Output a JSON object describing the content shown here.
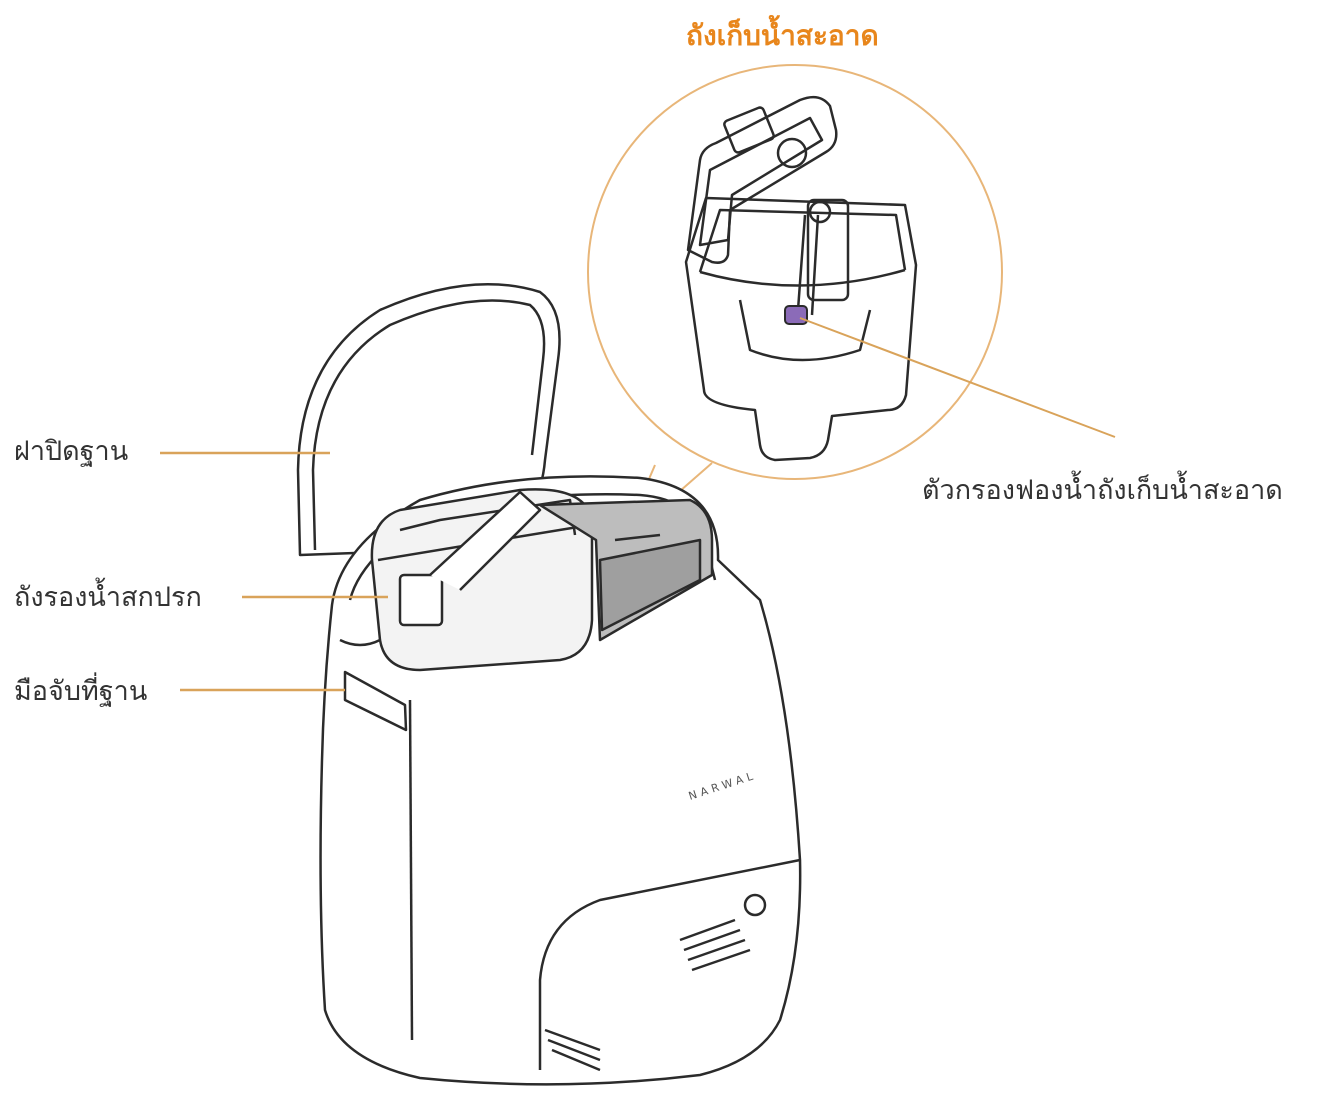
{
  "title": "ถังเก็บน้ำสะอาด",
  "brand": "NARWAL",
  "labels": {
    "lid": "ฝาปิดฐาน",
    "dirty_tank": "ถังรองน้ำสกปรก",
    "handle": "มือจับที่ฐาน",
    "filter": "ตัวกรองฟองน้ำถังเก็บน้ำสะอาด"
  },
  "colors": {
    "accent": "#e8861c",
    "leader": "#d9a35a",
    "outline": "#2b2b2b",
    "filter": "#7a5aa8"
  }
}
